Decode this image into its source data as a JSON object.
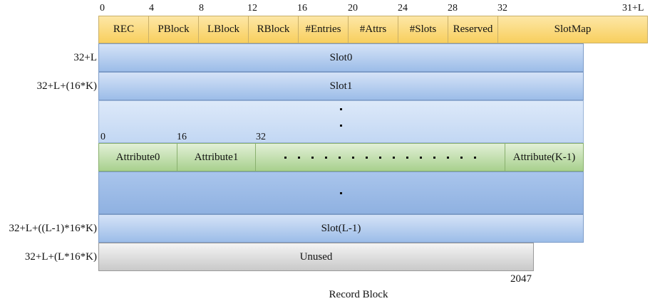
{
  "header_ticks": [
    "0",
    "4",
    "8",
    "12",
    "16",
    "20",
    "24",
    "28",
    "32",
    "31+L"
  ],
  "header_fields": [
    "REC",
    "PBlock",
    "LBlock",
    "RBlock",
    "#Entries",
    "#Attrs",
    "#Slots",
    "Reserved",
    "SlotMap"
  ],
  "rows": {
    "slot0": {
      "offset": "32+L",
      "label": "Slot0"
    },
    "slot1": {
      "offset": "32+L+(16*K)",
      "label": "Slot1"
    },
    "slot_last": {
      "offset": "32+L+((L-1)*16*K)",
      "label": "Slot(L-1)"
    },
    "unused": {
      "offset": "32+L+(L*16*K)",
      "label": "Unused"
    }
  },
  "attr_ticks": [
    "0",
    "16",
    "32"
  ],
  "attributes": {
    "first": "Attribute0",
    "second": "Attribute1",
    "last": "Attribute(K-1)"
  },
  "end_offset": "2047",
  "caption": "Record Block"
}
